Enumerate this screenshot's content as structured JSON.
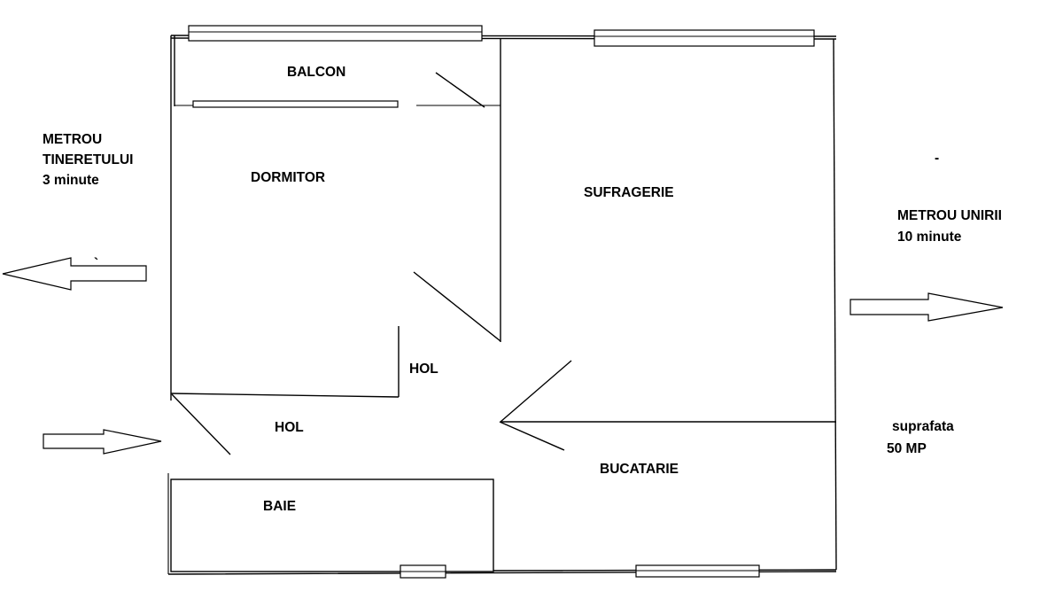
{
  "rooms": {
    "balcon": "BALCON",
    "dormitor": "DORMITOR",
    "sufragerie": "SUFRAGERIE",
    "hol_1": "HOL",
    "hol_2": "HOL",
    "baie": "BAIE",
    "bucatarie": "BUCATARIE"
  },
  "metro_left": {
    "line1": "METROU",
    "line2": "TINERETULUI",
    "line3": "3 minute"
  },
  "metro_right": {
    "line1": "METROU UNIRII",
    "line2": "10 minute"
  },
  "area": {
    "line1": "suprafata",
    "line2": "50 MP"
  },
  "marks": {
    "dash": "-",
    "backtick": "`"
  }
}
